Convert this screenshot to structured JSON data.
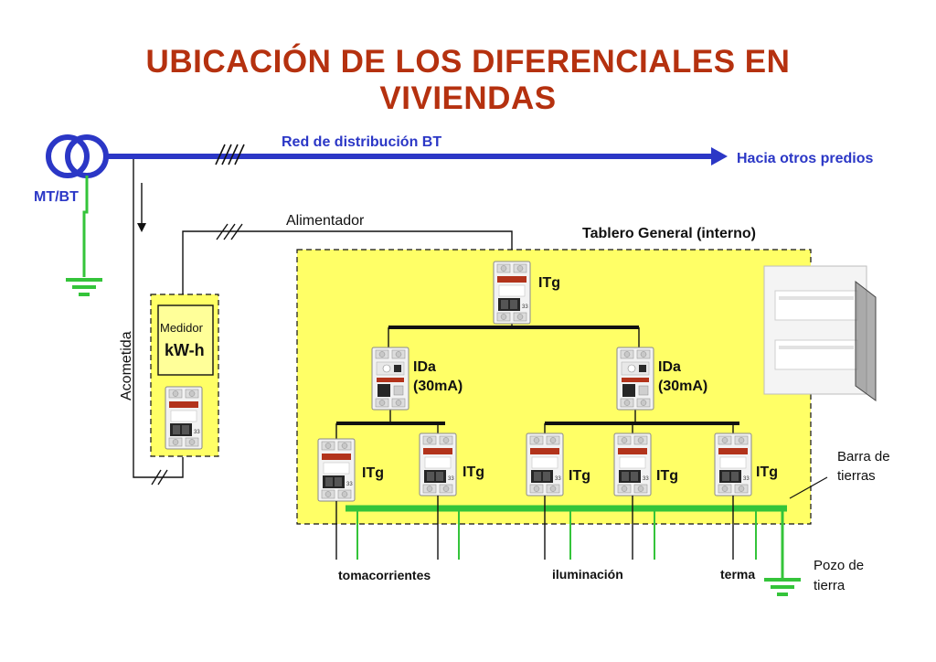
{
  "title": {
    "line1": "UBICACIÓN DE LOS DIFERENCIALES EN",
    "line2": "VIVIENDAS"
  },
  "labels": {
    "red_distribucion": "Red de distribución BT",
    "hacia_otros_predios": "Hacia otros predios",
    "mt_bt": "MT/BT",
    "alimentador": "Alimentador",
    "tablero_general": "Tablero General (interno)",
    "acometida": "Acometida",
    "medidor": "Medidor",
    "medidor_unit": "kW-h",
    "barra_de_tierras_1": "Barra de",
    "barra_de_tierras_2": "tierras",
    "pozo_de_tierra_1": "Pozo de",
    "pozo_de_tierra_2": "tierra"
  },
  "breakers": {
    "main": "ITg",
    "differential_left_1": "IDa",
    "differential_left_2": "(30mA)",
    "differential_right_1": "IDa",
    "differential_right_2": "(30mA)",
    "branch": [
      "ITg",
      "ITg",
      "ITg",
      "ITg",
      "ITg"
    ]
  },
  "circuits": {
    "tomacorrientes": "tomacorrientes",
    "iluminacion": "iluminación",
    "terma": "terma"
  },
  "colors": {
    "title": "#b5310f",
    "bus_line": "#2b37c6",
    "ground": "#34c43a",
    "panel_fill": "#ffff66",
    "label_blue": "#2b37c6"
  }
}
